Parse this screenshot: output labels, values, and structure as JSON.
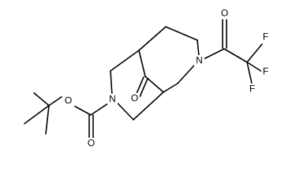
{
  "structure": {
    "atoms": [
      {
        "key": "n_right",
        "label": "N"
      },
      {
        "key": "n_left",
        "label": "N"
      },
      {
        "key": "o_ketone",
        "label": "O"
      },
      {
        "key": "o_ester",
        "label": "O"
      },
      {
        "key": "o_boc_carbonyl",
        "label": "O"
      },
      {
        "key": "o_tfa_carbonyl",
        "label": "O"
      },
      {
        "key": "f_top",
        "label": "F"
      },
      {
        "key": "f_right",
        "label": "F"
      },
      {
        "key": "f_bottom",
        "label": "F"
      }
    ],
    "colors": {
      "bond": "#000000",
      "label": "#000000",
      "background": "#ffffff"
    }
  }
}
